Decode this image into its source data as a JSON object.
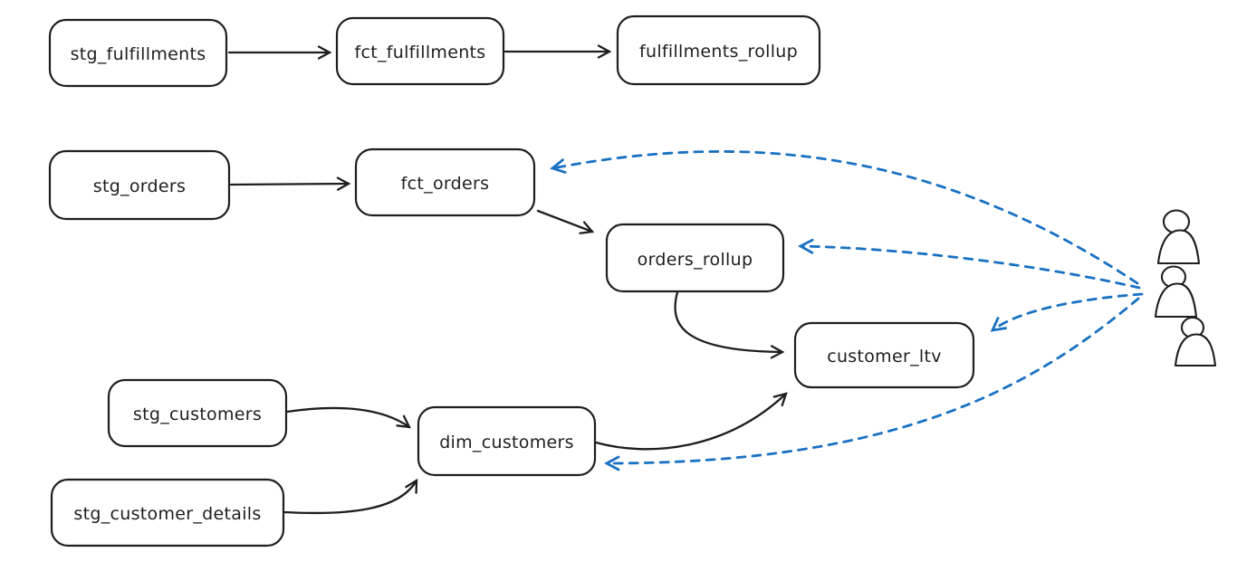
{
  "diagram": {
    "type": "lineage-dag",
    "nodes": {
      "stg_fulfillments": {
        "label": "stg_fulfillments"
      },
      "fct_fulfillments": {
        "label": "fct_fulfillments"
      },
      "fulfillments_rollup": {
        "label": "fulfillments_rollup"
      },
      "stg_orders": {
        "label": "stg_orders"
      },
      "fct_orders": {
        "label": "fct_orders"
      },
      "orders_rollup": {
        "label": "orders_rollup"
      },
      "customer_ltv": {
        "label": "customer_ltv"
      },
      "stg_customers": {
        "label": "stg_customers"
      },
      "dim_customers": {
        "label": "dim_customers"
      },
      "stg_customer_details": {
        "label": "stg_customer_details"
      }
    },
    "consumers": {
      "icon": "users-icon",
      "count": 3
    },
    "edges": [
      {
        "from": "stg_fulfillments",
        "to": "fct_fulfillments",
        "style": "solid"
      },
      {
        "from": "fct_fulfillments",
        "to": "fulfillments_rollup",
        "style": "solid"
      },
      {
        "from": "stg_orders",
        "to": "fct_orders",
        "style": "solid"
      },
      {
        "from": "fct_orders",
        "to": "orders_rollup",
        "style": "solid"
      },
      {
        "from": "orders_rollup",
        "to": "customer_ltv",
        "style": "solid"
      },
      {
        "from": "stg_customers",
        "to": "dim_customers",
        "style": "solid"
      },
      {
        "from": "stg_customer_details",
        "to": "dim_customers",
        "style": "solid"
      },
      {
        "from": "dim_customers",
        "to": "customer_ltv",
        "style": "solid"
      },
      {
        "from": "consumers",
        "to": "fct_orders",
        "style": "dashed"
      },
      {
        "from": "consumers",
        "to": "orders_rollup",
        "style": "dashed"
      },
      {
        "from": "consumers",
        "to": "customer_ltv",
        "style": "dashed"
      },
      {
        "from": "consumers",
        "to": "dim_customers",
        "style": "dashed"
      }
    ],
    "colors": {
      "node_stroke": "#1e1e1e",
      "lineage_edge": "#1e1e1e",
      "consumer_edge": "#1971c2",
      "background": "#ffffff"
    }
  }
}
